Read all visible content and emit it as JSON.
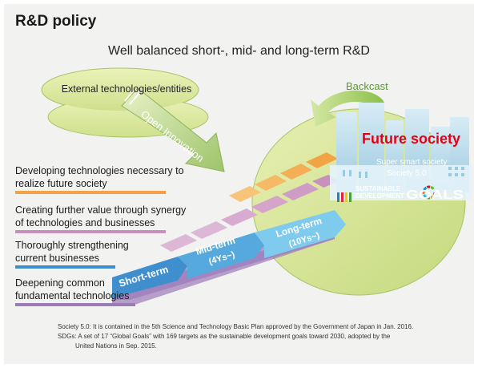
{
  "title": "R&D policy",
  "subtitle": "Well balanced short-, mid- and long-term R&D",
  "external": "External technologies/entities",
  "open_innovation": "Open Innovation",
  "backcast": "Backcast",
  "future": {
    "title": "Future society",
    "line1": "Super smart society",
    "line2": "Society 5.0",
    "sdg1": "SUSTAINABLE",
    "sdg2": "DEVELOPMENT",
    "sdg3": "GOALS"
  },
  "rows": [
    {
      "line1": "Developing technologies necessary to",
      "line2": "realize future society",
      "color": "#f2a444"
    },
    {
      "line1": "Creating further value through synergy",
      "line2": "of technologies and businesses",
      "color": "#c890bd"
    },
    {
      "line1": "Thoroughly strengthening",
      "line2": "current businesses",
      "color": "#3f8fcf"
    },
    {
      "line1": "Deepening common",
      "line2": "fundamental technologies",
      "color": "#9b7bb8"
    }
  ],
  "terms": {
    "short": "Short-term",
    "mid1": "Mid-term",
    "mid2": "(4Ys~)",
    "long1": "Long-term",
    "long2": "(10Ys~)"
  },
  "notes": {
    "society": "Society 5.0: It is contained in the 5th Science and Technology Basic Plan approved by the Government of Japan in Jan. 2016.",
    "sdgs1": "SDGs: A set of 17 “Global Goals” with 169 targets as the sustainable development goals toward 2030, adopted by the",
    "sdgs2": "United Nations in Sep. 2015."
  }
}
